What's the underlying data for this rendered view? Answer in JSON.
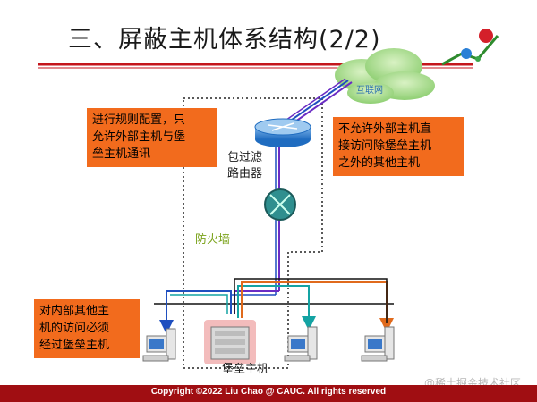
{
  "slide": {
    "title": "三、屏蔽主机体系结构(2/2)",
    "footer": "Copyright ©2022 Liu Chao @ CAUC. All rights reserved",
    "watermark": "@稀土掘金技术社区"
  },
  "diagram": {
    "internet_label": "互联网",
    "router_label_line1": "包过滤",
    "router_label_line2": "路由器",
    "firewall_label": "防火墙",
    "bastion_label": "堡垒主机"
  },
  "notes": {
    "left_top": [
      "进行规则配置，只",
      "允许外部主机与堡",
      "垒主机通讯"
    ],
    "right_top": [
      "不允许外部主机直",
      "接访问除堡垒主机",
      "之外的其他主机"
    ],
    "left_bottom": [
      "对内部其他主",
      "机的访问必须",
      "经过堡垒主机"
    ]
  },
  "colors": {
    "title_rule": "#c4161c",
    "note_fill": "#f26b1d",
    "footer_bar": "#a00e12",
    "path_purple": "#6a2bc4",
    "path_blue": "#1f4fbf",
    "path_teal": "#14a3a3",
    "path_orange": "#e06a1c"
  }
}
